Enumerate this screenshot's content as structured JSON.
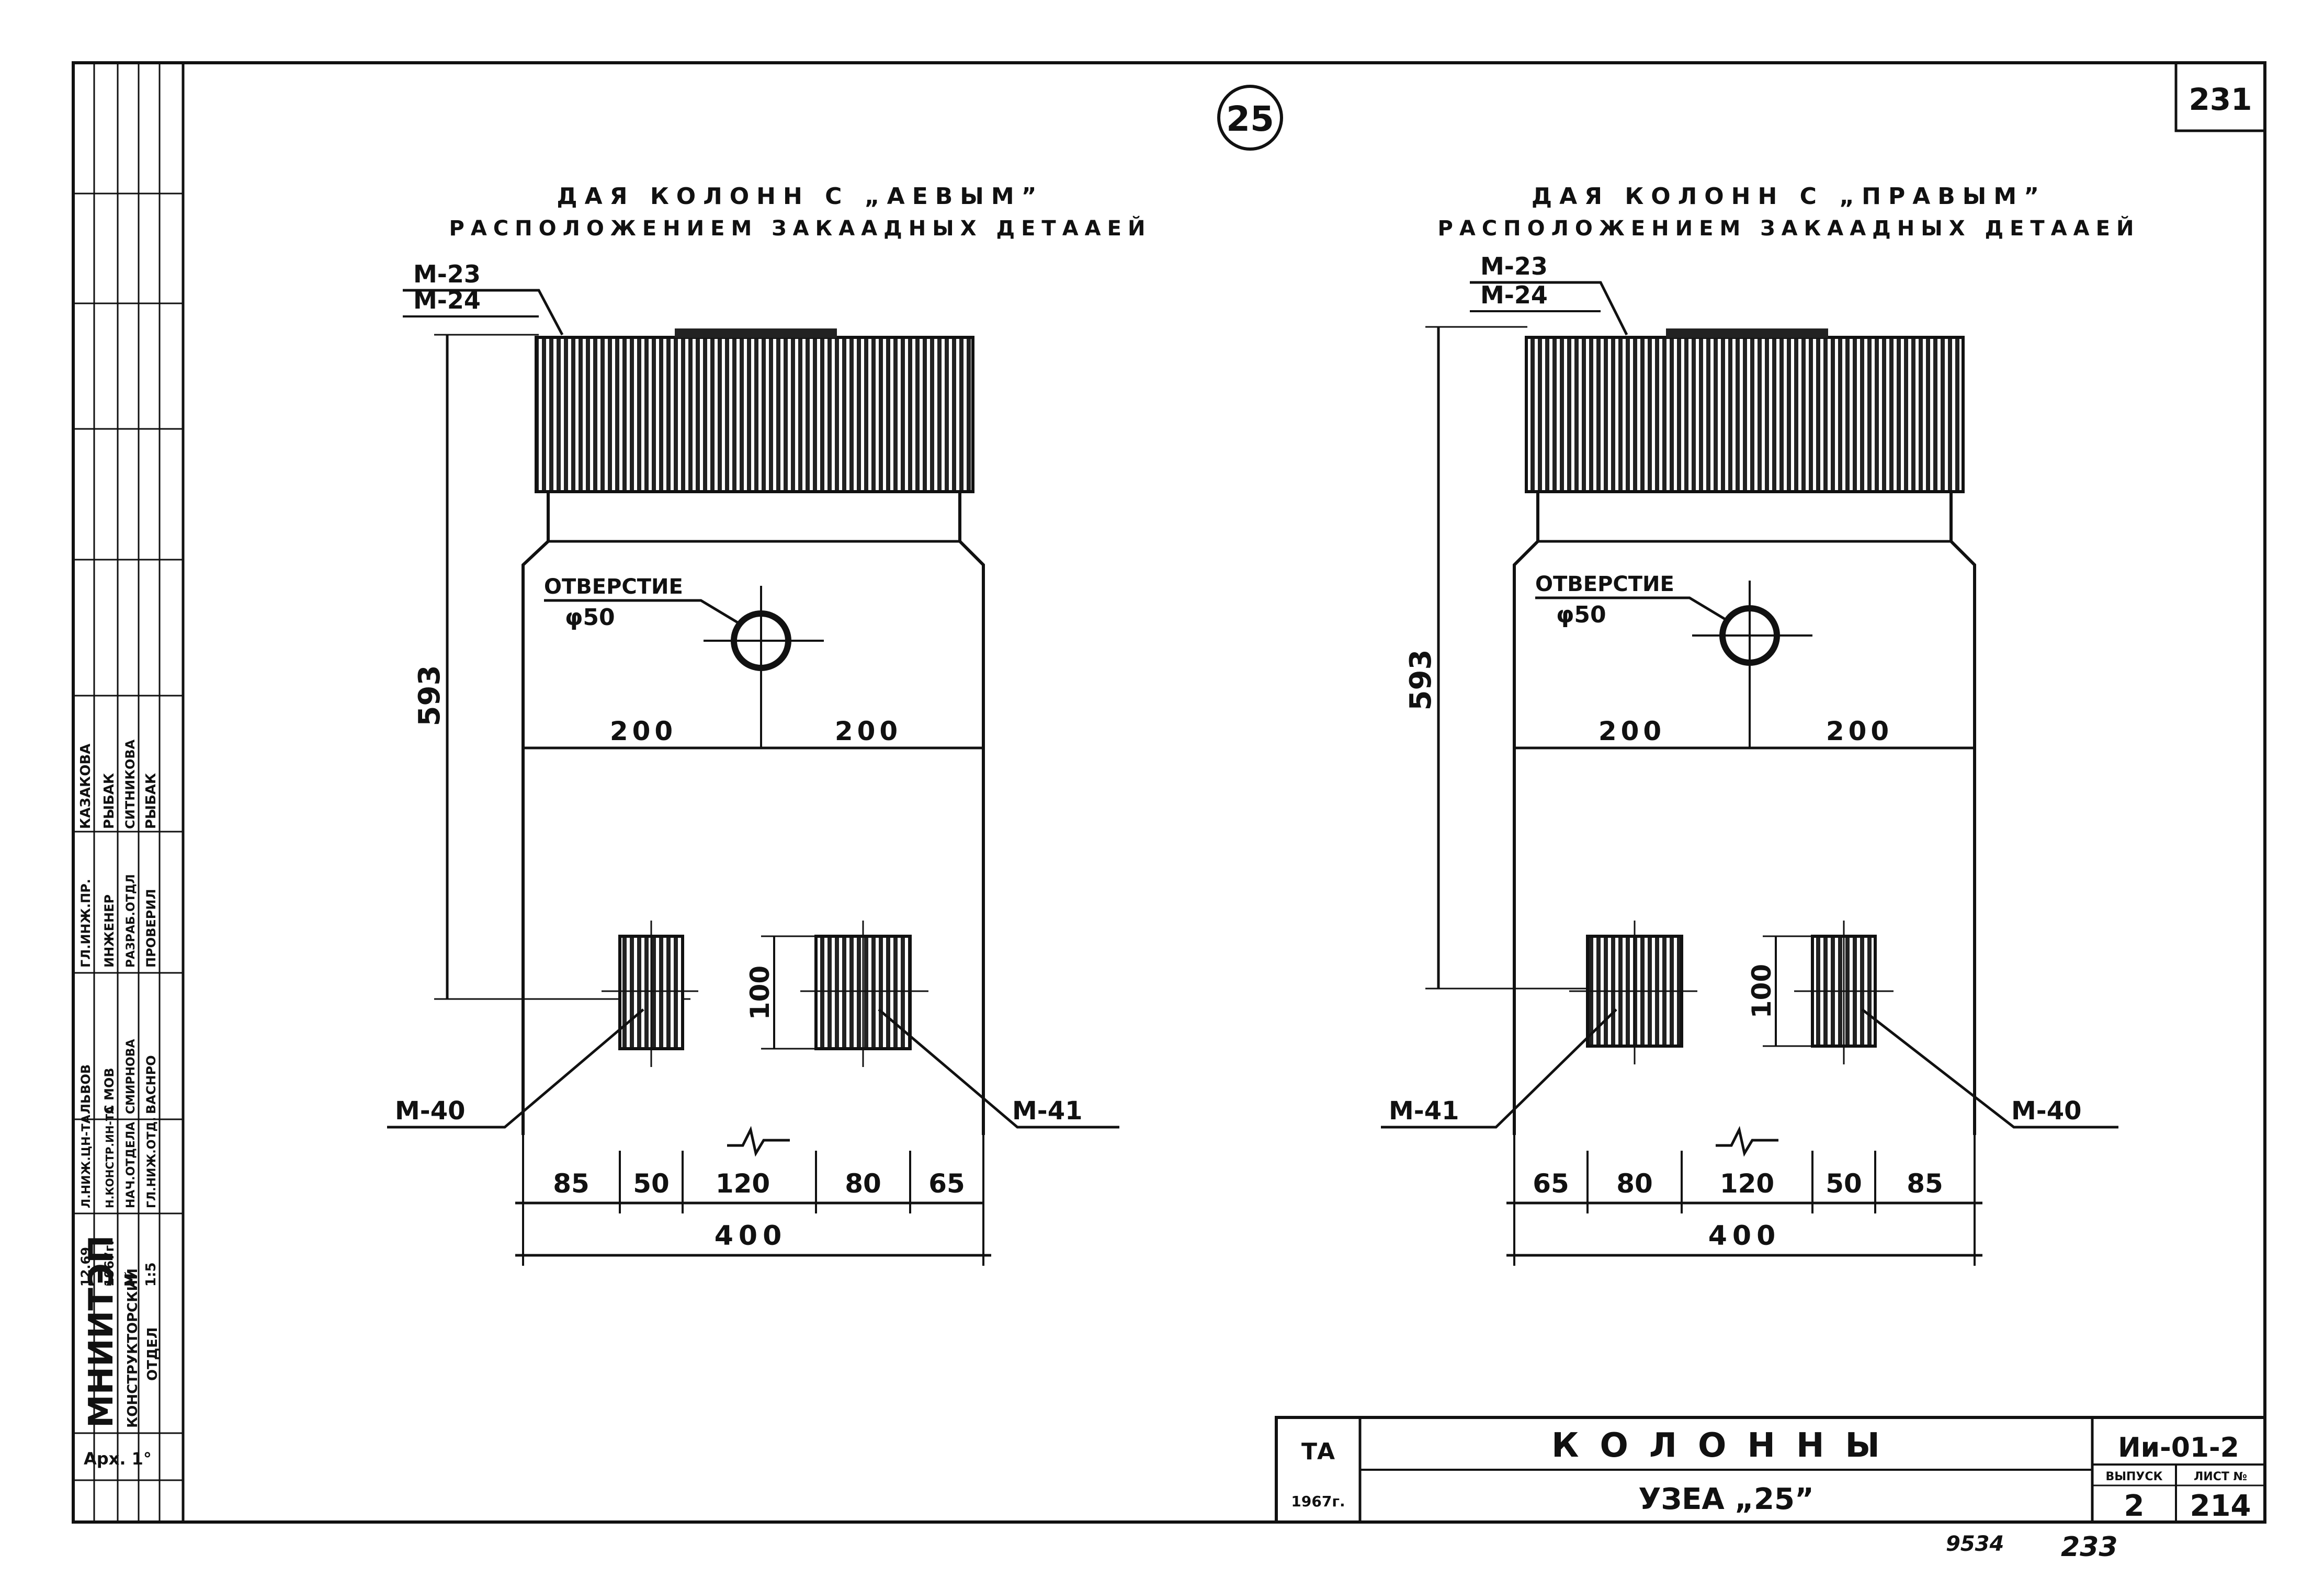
{
  "sheet": {
    "sheet_number": "231",
    "node_marker": "25",
    "bottom_numbers": [
      "9534",
      "233"
    ]
  },
  "left_view": {
    "title_line1": "ДАЯ КОЛОНН С „АЕВЫМ”",
    "title_line2": "РАСПОЛОЖЕНИЕМ ЗАКААДНЫХ ДЕТААЕЙ",
    "label_top_1": "М-23",
    "label_top_2": "М-24",
    "hole_label": "ОТВЕРСТИЕ",
    "hole_dia": "φ50",
    "dim_height": "593",
    "dim_200_left": "200",
    "dim_200_right": "200",
    "dim_100": "100",
    "label_plate_left": "М-40",
    "label_plate_right": "М-41",
    "bottom_dims": [
      "85",
      "50",
      "120",
      "80",
      "65"
    ],
    "total_width": "400"
  },
  "right_view": {
    "title_line1": "ДАЯ КОЛОНН С „ПРАВЫМ”",
    "title_line2": "РАСПОЛОЖЕНИЕМ ЗАКААДНЫХ ДЕТААЕЙ",
    "label_top_1": "М-23",
    "label_top_2": "М-24",
    "hole_label": "ОТВЕРСТИЕ",
    "hole_dia": "φ50",
    "dim_height": "593",
    "dim_200_left": "200",
    "dim_200_right": "200",
    "dim_100": "100",
    "label_plate_left": "М-41",
    "label_plate_right": "М-40",
    "bottom_dims": [
      "65",
      "80",
      "120",
      "50",
      "85"
    ],
    "total_width": "400"
  },
  "title_block": {
    "org": "ТА",
    "year": "1967г.",
    "title": "КОЛОННЫ",
    "subtitle": "УЗЕА „25”",
    "doc_code": "Ии-01-2",
    "issue_label": "ВЫПУСК",
    "sheet_label": "ЛИСТ №",
    "issue": "2",
    "sheet": "214"
  },
  "side_stamp": {
    "institute": "МНИИТЭП",
    "dept_1": "КОНСТРУКТОРСКИЙ",
    "dept_2": "ОТДЕЛ",
    "arch": "Арх. 1°",
    "rows": [
      [
        "12.69",
        "Л.НИЖ.ЦН-ТА",
        "ЛЬВОВ",
        "ГЛ.ИНЖ.ПР.",
        "КАЗАКОВА"
      ],
      [
        "1967г.",
        "Н.КОНСТР.ИН-ТА",
        "С МОВ",
        "ИНЖЕНЕР",
        "РЫБАК"
      ],
      [
        "М",
        "НАЧ.ОТДЕЛА",
        "СМИРНОВА",
        "РАЗРАБ.ОТДЛ",
        "СИТНИКОВА"
      ],
      [
        "1:5",
        "ГЛ.НИЖ.ОТД.",
        "ВАСНРО",
        "ПРОВЕРИЛ",
        "РЫБАК"
      ]
    ]
  }
}
